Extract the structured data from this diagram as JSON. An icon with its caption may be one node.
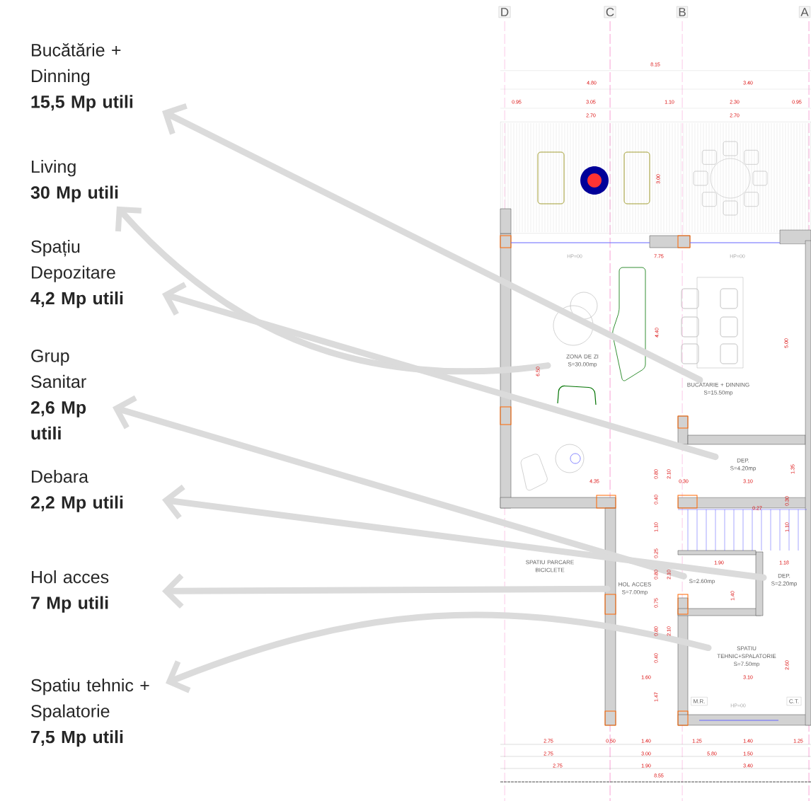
{
  "diagram": {
    "nodes": [
      {
        "text": [
          "Bucătărie + Dinning",
          "15,5 Mp utili"
        ]
      },
      {
        "text": [
          "Living",
          "30 Mp utili"
        ]
      },
      {
        "text": [
          "Spațiu Depozitare",
          "4,2 Mp utili"
        ]
      },
      {
        "text": [
          "Grup Sanitar",
          "2,6 Mp utili"
        ]
      },
      {
        "text": [
          "Debara",
          "2,2 Mp utili"
        ]
      },
      {
        "text": [
          "Hol acces",
          "7 Mp utili"
        ]
      },
      {
        "text": [
          "Spatiu tehnic + Spalatorie",
          "7,5 Mp utili"
        ]
      },
      {
        "text": [
          "ZONA DE ZI",
          "S=30.00mp"
        ]
      },
      {
        "text": [
          "BUCATARIE + DINNING",
          "S=15.50mp"
        ]
      },
      {
        "text": [
          "DEP.",
          "S=4.20mp"
        ]
      },
      {
        "text": [
          "HOL ACCES",
          "S=7.00mp"
        ]
      },
      {
        "text": [
          "S=2.60mp"
        ]
      },
      {
        "text": [
          "DEP.",
          "S=2.20mp"
        ]
      },
      {
        "text": [
          "SPATIU TEHNIC+SPALATORIE",
          "S=7.50mp"
        ]
      }
    ],
    "edges": [
      {
        "from": 8,
        "to": 0,
        "arrow": "to"
      },
      {
        "from": 7,
        "to": 1,
        "arrow": "to"
      },
      {
        "from": 9,
        "to": 2,
        "arrow": "to"
      },
      {
        "from": 11,
        "to": 3,
        "arrow": "to"
      },
      {
        "from": 12,
        "to": 4,
        "arrow": "to"
      },
      {
        "from": 10,
        "to": 5,
        "arrow": "to"
      },
      {
        "from": 13,
        "to": 6,
        "arrow": "to"
      }
    ],
    "labels": [
      "D",
      "C",
      "B",
      "A",
      "8.15",
      "4.80",
      "3.40",
      "0.95",
      "3.05",
      "1.10",
      "2.30",
      "0.95",
      "2.70",
      "2.70",
      "3.00",
      "HP=00",
      "7.75",
      "HP=00",
      "4.40",
      "5.00",
      "6.50",
      "4.35",
      "0.80",
      "2.10",
      "0.30",
      "3.10",
      "1.35",
      "0.40",
      "0.27",
      "0.30",
      "1.10",
      "1.10",
      "SPATIU PARCARE BICICLETE",
      "0.25",
      "1.90",
      "1.18",
      "0.80",
      "2.10",
      "1.40",
      "0.75",
      "0.80",
      "2.10",
      "0.40",
      "2.60",
      "1.60",
      "3.10",
      "1.47",
      "M.R.",
      "HP=00",
      "C.T.",
      "2.75",
      "0.50",
      "1.40",
      "1.25",
      "1.40",
      "1.25",
      "2.75",
      "3.00",
      "5.80",
      "1.50",
      "2.75",
      "1.90",
      "3.40",
      "8.55"
    ]
  }
}
